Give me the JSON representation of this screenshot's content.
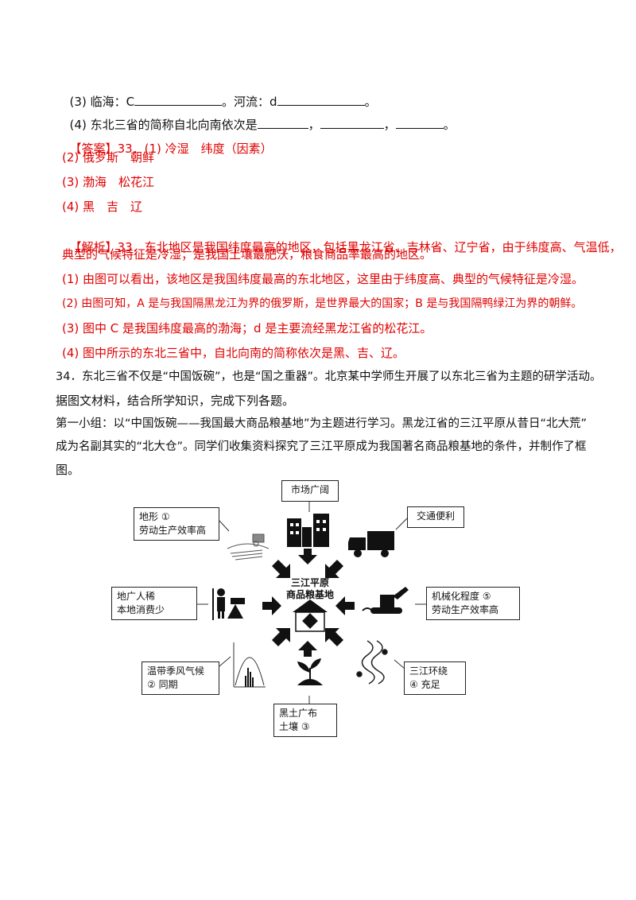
{
  "q33": {
    "line3": {
      "a": "(3) 临海：C",
      "b": "。河流：d",
      "c": "。"
    },
    "line4": {
      "a": "(4) 东北三省的简称自北向南依次是",
      "sep1": "，",
      "sep2": "，",
      "end": "。"
    },
    "answer": {
      "tag": "【答案】",
      "l1": "33．(1) 冷湿　纬度（因素）",
      "l2": "(2) 俄罗斯　朝鲜",
      "l3": "(3) 渤海　松花江",
      "l4": "(4) 黑　吉　辽"
    },
    "analysis": {
      "tag": "【解析】",
      "l1": "33．东北地区是我国纬度最高的地区，包括黑龙江省、吉林省、辽宁省，由于纬度高、气温低，",
      "l2": "典型的气候特征是冷湿；是我国土壤最肥沃，粮食商品率最高的地区。",
      "l3": "(1) 由图可以看出，该地区是我国纬度最高的东北地区，这里由于纬度高、典型的气候特征是冷湿。",
      "l4": "(2) 由图可知，A 是与我国隔黑龙江为界的俄罗斯，是世界最大的国家；B 是与我国隔鸭绿江为界的朝鲜。",
      "l5": "(3) 图中 C 是我国纬度最高的渤海；d 是主要流经黑龙江省的松花江。",
      "l6": "(4) 图中所示的东北三省中，自北向南的简称依次是黑、吉、辽。"
    }
  },
  "q34": {
    "l1": "34．东北三省不仅是“中国饭碗”，也是“国之重器”。北京某中学师生开展了以东北三省为主题的研学活动。",
    "l2": "据图文材料，结合所学知识，完成下列各题。",
    "l3": "第一小组：以“中国饭碗——我国最大商品粮基地”为主题进行学习。黑龙江省的三江平原从昔日“北大荒”",
    "l4": "成为名副其实的“北大仓”。同学们收集资料探究了三江平原成为我国著名商品粮基地的条件，并制作了框",
    "l5": "图。"
  },
  "diagram": {
    "center1": "三江平原",
    "center2": "商品粮基地",
    "market": "市场广阔",
    "transport": "交通便利",
    "terrain1": "地形 ①",
    "terrain2": "劳动生产效率高",
    "land1": "地广人稀",
    "land2": "本地消费少",
    "mech1": "机械化程度 ⑤",
    "mech2": "劳动生产效率高",
    "climate1": "温带季风气候",
    "climate2": "② 同期",
    "rivers1": "三江环绕",
    "rivers2": "④ 充足",
    "soil1": "黑土广布",
    "soil2": "土壤 ③"
  }
}
